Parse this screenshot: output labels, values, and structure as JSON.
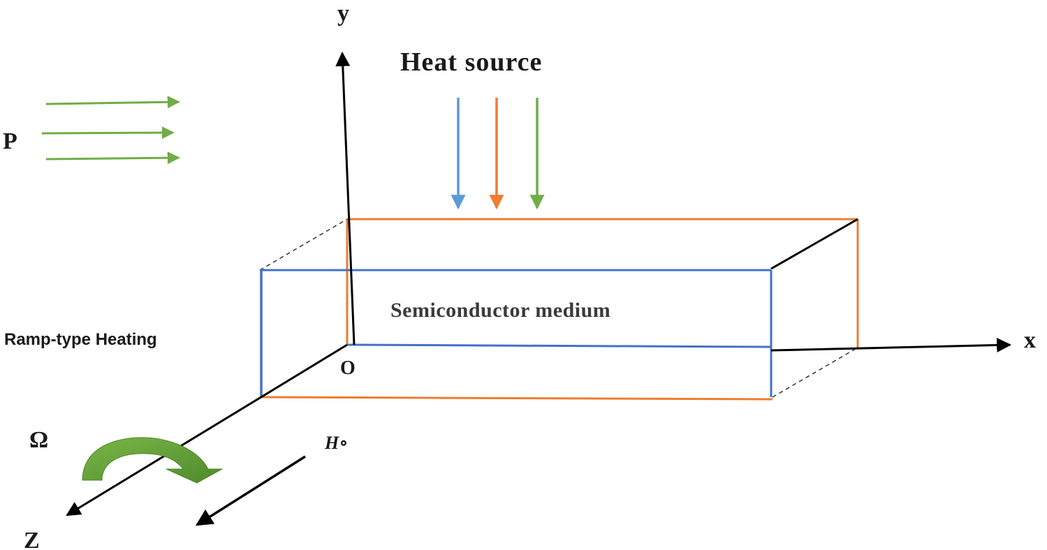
{
  "labels": {
    "y_axis": "y",
    "x_axis": "x",
    "z_axis": "Z",
    "origin": "O",
    "heat_source": "Heat source",
    "medium": "Semiconductor medium",
    "ramp": "Ramp-type Heating",
    "pressure": "P",
    "rotation": "Ω",
    "magnetic_field": "H∘"
  },
  "colors": {
    "axis": "#000000",
    "front_face": "#4472c4",
    "back_face": "#ed7d31",
    "heat_blue": "#5b9bd5",
    "heat_orange": "#ed7d31",
    "heat_green": "#70ad47",
    "pressure_arrows": "#70ad47",
    "rotation_arrow": "#5f9e36"
  },
  "icons": {
    "rotation": "curved-arrow-icon"
  }
}
